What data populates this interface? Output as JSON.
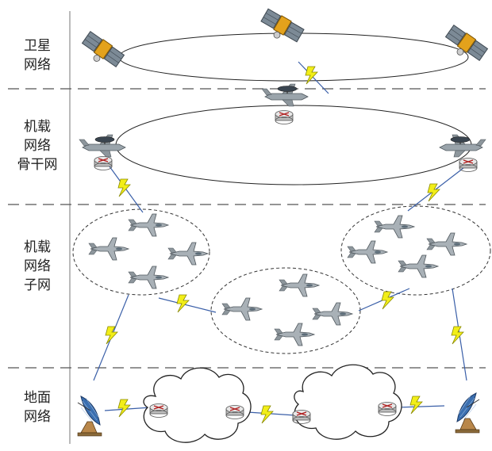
{
  "layers": [
    {
      "id": "satellite",
      "label": "卫星\n网络"
    },
    {
      "id": "airborne-backbone",
      "label": "机载\n网络\n骨干网"
    },
    {
      "id": "airborne-subnet",
      "label": "机载\n网络\n子网"
    },
    {
      "id": "ground",
      "label": "地面\n网络"
    }
  ],
  "colors": {
    "divider": "#555555",
    "link_line": "#3a5fa8",
    "lightning": "#f2ee18",
    "lightning_stroke": "#8a8a00",
    "satellite_body": "#e3a21c",
    "satellite_panel": "#7c8a96",
    "aircraft": "#9aa4ab",
    "router": "#d9d9d9",
    "router_mark": "#b02020",
    "cloud_stroke": "#222222",
    "dish": "#3b6fb0"
  },
  "icons": [
    "satellite-icon",
    "awacs-aircraft-icon",
    "fighter-jet-icon",
    "router-icon",
    "cloud-icon",
    "ground-station-dish-icon",
    "lightning-link-icon"
  ]
}
